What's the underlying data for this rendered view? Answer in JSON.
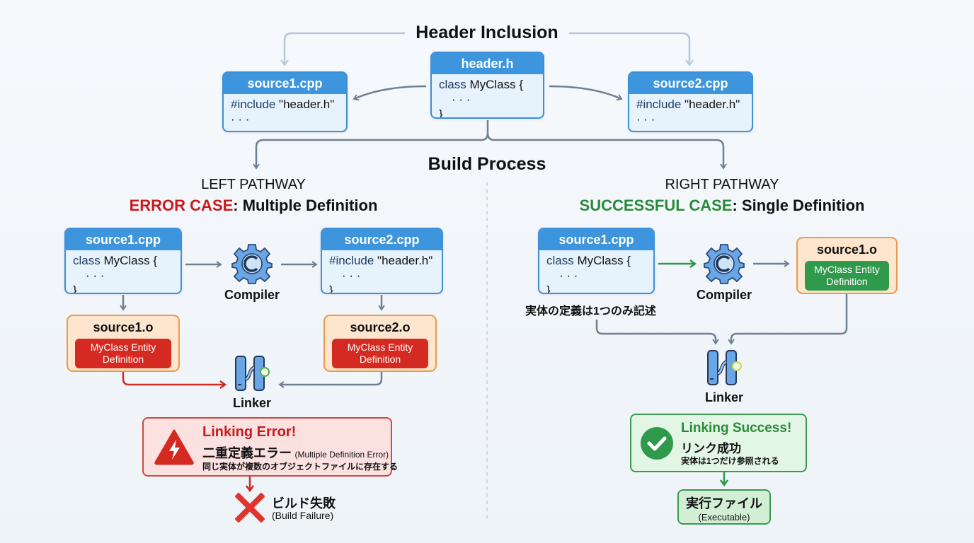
{
  "colors": {
    "primary_blue": "#3d95de",
    "error_red": "#c8191c",
    "success_green": "#2a8a3a",
    "object_orange": "#ec9a4a",
    "connector_gray": "#6f7f92"
  },
  "top": {
    "header_inclusion_label": "Header Inclusion",
    "build_process_label": "Build Process",
    "header_file": {
      "title": "header.h",
      "lines": [
        "class MyClass {",
        "· · ·",
        "}"
      ]
    },
    "source1": {
      "title": "source1.cpp",
      "line1_kw": "#include",
      "line1_val": " \"header.h\"",
      "line2": "· · ·"
    },
    "source2": {
      "title": "source2.cpp",
      "line1_kw": "#include",
      "line1_val": " \"header.h\"",
      "line2": "· · ·"
    }
  },
  "left": {
    "pathway_label": "LEFT PATHWAY",
    "case_label": "ERROR CASE",
    "case_desc": ": Multiple Definition",
    "source1": {
      "title": "source1.cpp",
      "line1_kw": "class",
      "line1_val": " MyClass {",
      "line2": "· · ·",
      "line3": "}"
    },
    "source2": {
      "title": "source2.cpp",
      "line1_kw": "#include",
      "line1_val": " \"header.h\"",
      "line2": "· · ·",
      "line3": "}"
    },
    "compiler_label": "Compiler",
    "obj1": {
      "title": "source1.o",
      "chip": "MyClass Entity Definition"
    },
    "obj2": {
      "title": "source2.o",
      "chip": "MyClass Entity Definition"
    },
    "linker_label": "Linker",
    "error": {
      "title": "Linking Error!",
      "jp_title": "二重定義エラー",
      "en_note": "(Multiple Definition Error)",
      "detail": "同じ実体が複数のオブジェクトファイルに存在する"
    },
    "result": {
      "jp": "ビルド失敗",
      "en": "(Build Failure)"
    }
  },
  "right": {
    "pathway_label": "RIGHT PATHWAY",
    "case_label": "SUCCESSFUL CASE",
    "case_desc": ": Single Definition",
    "source1": {
      "title": "source1.cpp",
      "line1_kw": "class",
      "line1_val": " MyClass {",
      "line2": "· · ·",
      "line3": "}"
    },
    "note": "実体の定義は1つのみ記述",
    "compiler_label": "Compiler",
    "obj1": {
      "title": "source1.o",
      "chip": "MyClass Entity Definition"
    },
    "linker_label": "Linker",
    "success": {
      "title": "Linking Success!",
      "jp_title": "リンク成功",
      "detail": "実体は1つだけ参照される"
    },
    "result": {
      "jp": "実行ファイル",
      "en": "(Executable)"
    }
  }
}
